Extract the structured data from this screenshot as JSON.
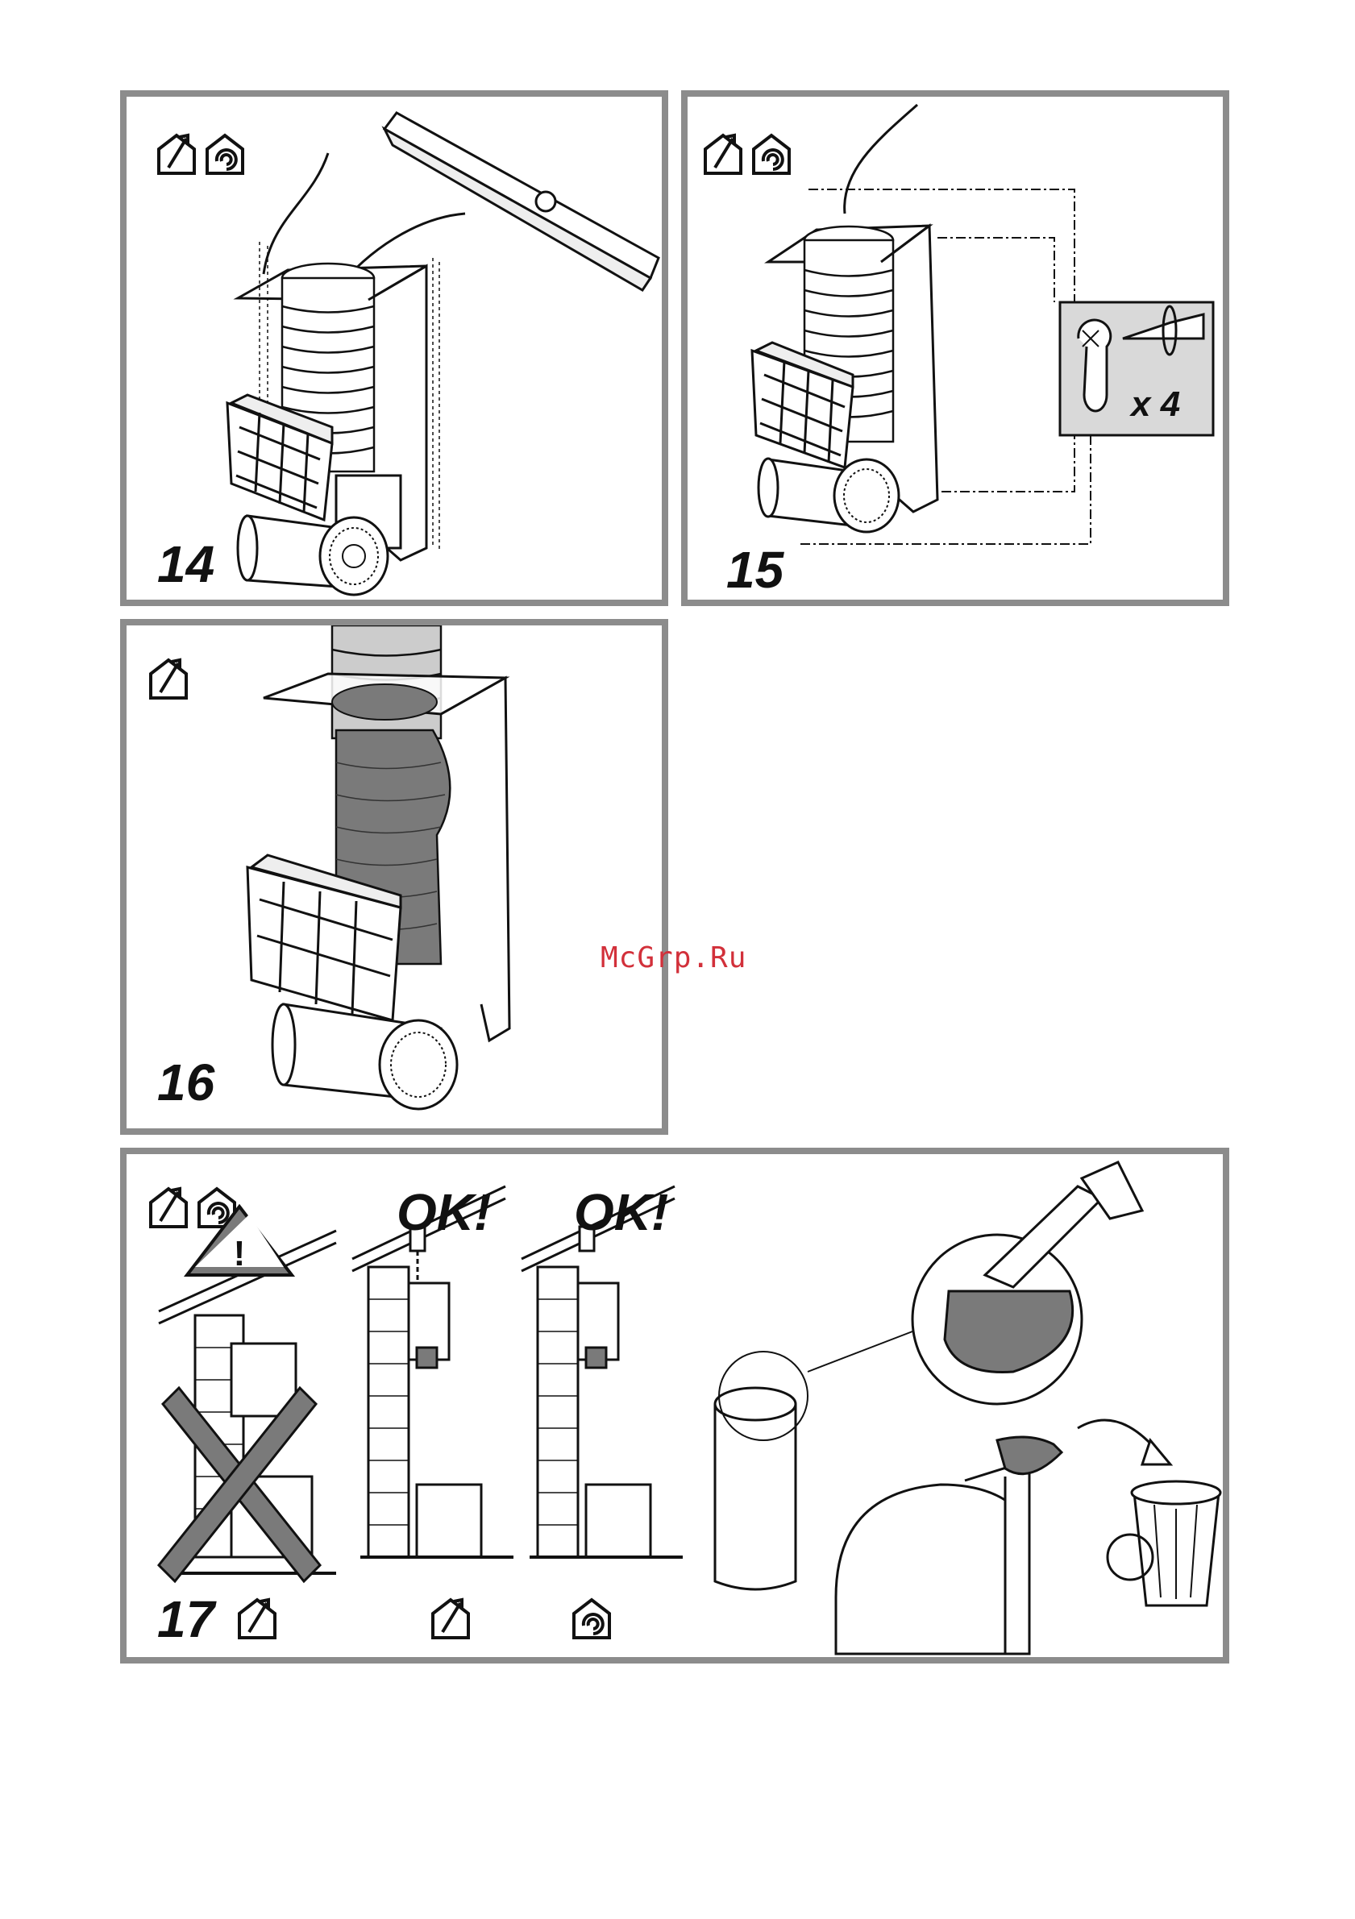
{
  "panels": {
    "p14": {
      "step": "14",
      "icons": [
        "exhaust-house-icon",
        "recirculation-house-icon"
      ]
    },
    "p15": {
      "step": "15",
      "icons": [
        "exhaust-house-icon",
        "recirculation-house-icon"
      ],
      "screw_count": "x 4"
    },
    "p16": {
      "step": "16",
      "icons": [
        "exhaust-house-icon"
      ]
    },
    "p17": {
      "step": "17",
      "icons": [
        "exhaust-house-icon",
        "recirculation-house-icon"
      ],
      "ok_left": "OK!",
      "ok_right": "OK!"
    }
  },
  "watermark": "McGrp.Ru",
  "colors": {
    "frame": "#8c8c8c",
    "watermark": "#d2303a",
    "fill_dark": "#7a7a7a"
  }
}
